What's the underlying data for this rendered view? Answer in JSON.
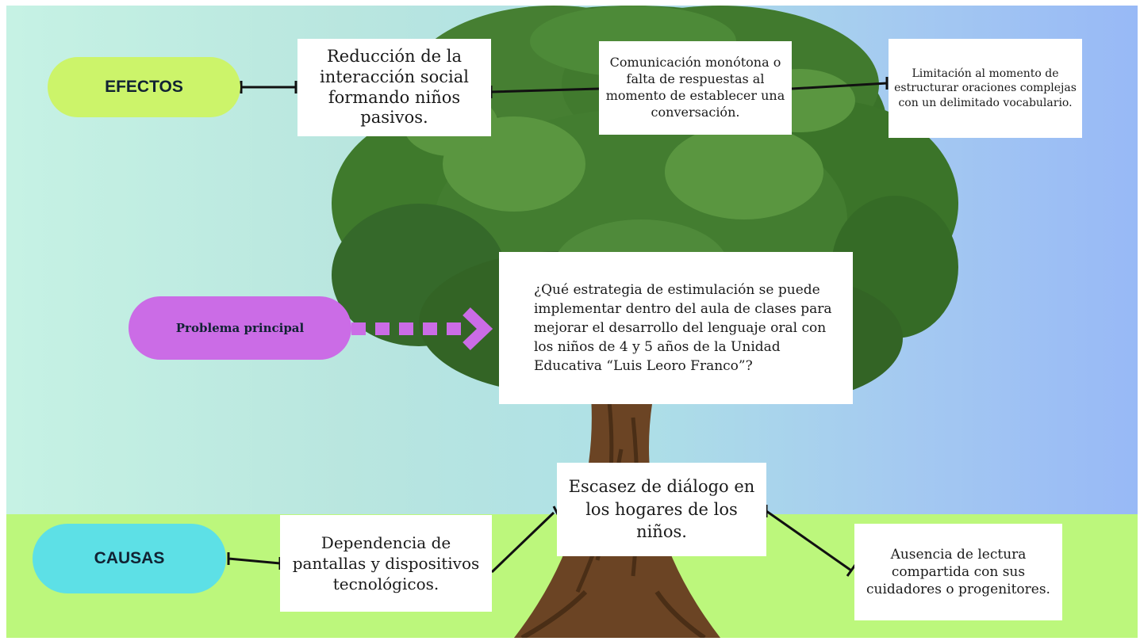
{
  "labels": {
    "effects": "EFECTOS",
    "causes": "CAUSAS",
    "main_problem": "Problema principal"
  },
  "effects": [
    "Reducción de la interacción social formando niños pasivos.",
    "Comunicación monótona o falta de respuestas al momento de establecer una conversación.",
    "Limitación al momento de estructurar oraciones complejas con un delimitado vocabulario."
  ],
  "problem": "¿Qué estrategia de estimulación se puede implementar dentro del aula de clases para mejorar el desarrollo del lenguaje oral con los niños de 4 y 5 años de la Unidad Educativa “Luis Leoro Franco”?",
  "causes": [
    "Escasez de diálogo en los hogares de los niños.",
    "Dependencia de pantallas y dispositivos tecnológicos.",
    "Ausencia de lectura compartida con sus cuidadores o progenitores."
  ],
  "colors": {
    "effects_pill": "#ccf46a",
    "causes_pill": "#5de0e6",
    "problem_pill": "#cb6ce6",
    "grass": "#bcf77c",
    "foliage": "#3f7a2c",
    "trunk": "#6b4424"
  }
}
